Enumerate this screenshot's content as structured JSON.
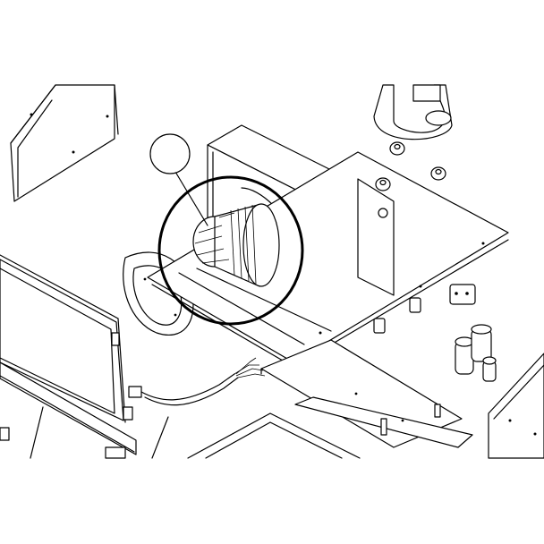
{
  "drawing": {
    "description_visible_text": [],
    "highlight": {
      "callout_bubble": "empty",
      "target": "blower-wheel"
    }
  },
  "parts": [
    "left-side-panel",
    "front-panel",
    "base-channel",
    "blower-housing-box",
    "blower-scroll-plate",
    "blower-wheel",
    "unit-base-pan",
    "compressor",
    "rubber-grommets",
    "capacitors",
    "wiring-harness",
    "support-rail",
    "right-side-panel",
    "bottom-frame"
  ],
  "colors": {
    "line": "#000000",
    "background": "#ffffff"
  }
}
